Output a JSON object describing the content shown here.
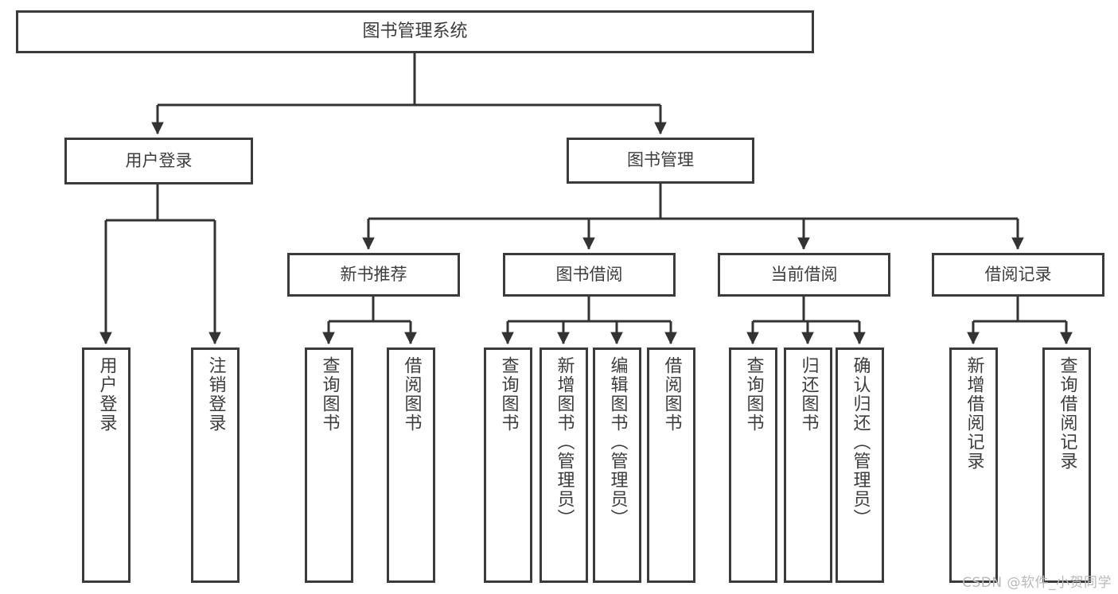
{
  "diagram": {
    "title": "图书管理系统",
    "type": "tree-hierarchy",
    "watermark": "CSDN @软件_小贺同学",
    "colors": {
      "box_border": "#3b3b3b",
      "box_fill": "#ffffff",
      "connector": "#333333",
      "text": "#3d3d3d",
      "watermark": "#b9b9b9"
    },
    "nodes": {
      "root": {
        "label": "图书管理系统",
        "level": 1
      },
      "l2": [
        {
          "id": "user-login",
          "label": "用户登录",
          "level": 2
        },
        {
          "id": "book-manage",
          "label": "图书管理",
          "level": 2
        }
      ],
      "l3": [
        {
          "id": "new-book-recommend",
          "label": "新书推荐",
          "level": 3,
          "parent": "book-manage"
        },
        {
          "id": "book-borrow",
          "label": "图书借阅",
          "level": 3,
          "parent": "book-manage"
        },
        {
          "id": "current-borrow",
          "label": "当前借阅",
          "level": 3,
          "parent": "book-manage"
        },
        {
          "id": "borrow-record",
          "label": "借阅记录",
          "level": 3,
          "parent": "book-manage"
        }
      ],
      "leaves": [
        {
          "id": "leaf-user-login",
          "label": "用户登录",
          "parent": "user-login"
        },
        {
          "id": "leaf-user-logout",
          "label": "注销登录",
          "parent": "user-login"
        },
        {
          "id": "leaf-query-book-1",
          "label": "查询图书",
          "parent": "new-book-recommend"
        },
        {
          "id": "leaf-borrow-book-1",
          "label": "借阅图书",
          "parent": "new-book-recommend"
        },
        {
          "id": "leaf-query-book-2",
          "label": "查询图书",
          "parent": "book-borrow"
        },
        {
          "id": "leaf-add-book",
          "label": "新增图书（管理员）",
          "parent": "book-borrow"
        },
        {
          "id": "leaf-edit-book",
          "label": "编辑图书（管理员）",
          "parent": "book-borrow"
        },
        {
          "id": "leaf-borrow-book-2",
          "label": "借阅图书",
          "parent": "book-borrow"
        },
        {
          "id": "leaf-query-book-3",
          "label": "查询图书",
          "parent": "current-borrow"
        },
        {
          "id": "leaf-return-book",
          "label": "归还图书",
          "parent": "current-borrow"
        },
        {
          "id": "leaf-confirm-return",
          "label": "确认归还（管理员）",
          "parent": "current-borrow"
        },
        {
          "id": "leaf-add-record",
          "label": "新增借阅记录",
          "parent": "borrow-record"
        },
        {
          "id": "leaf-query-record",
          "label": "查询借阅记录",
          "parent": "borrow-record"
        }
      ]
    }
  }
}
